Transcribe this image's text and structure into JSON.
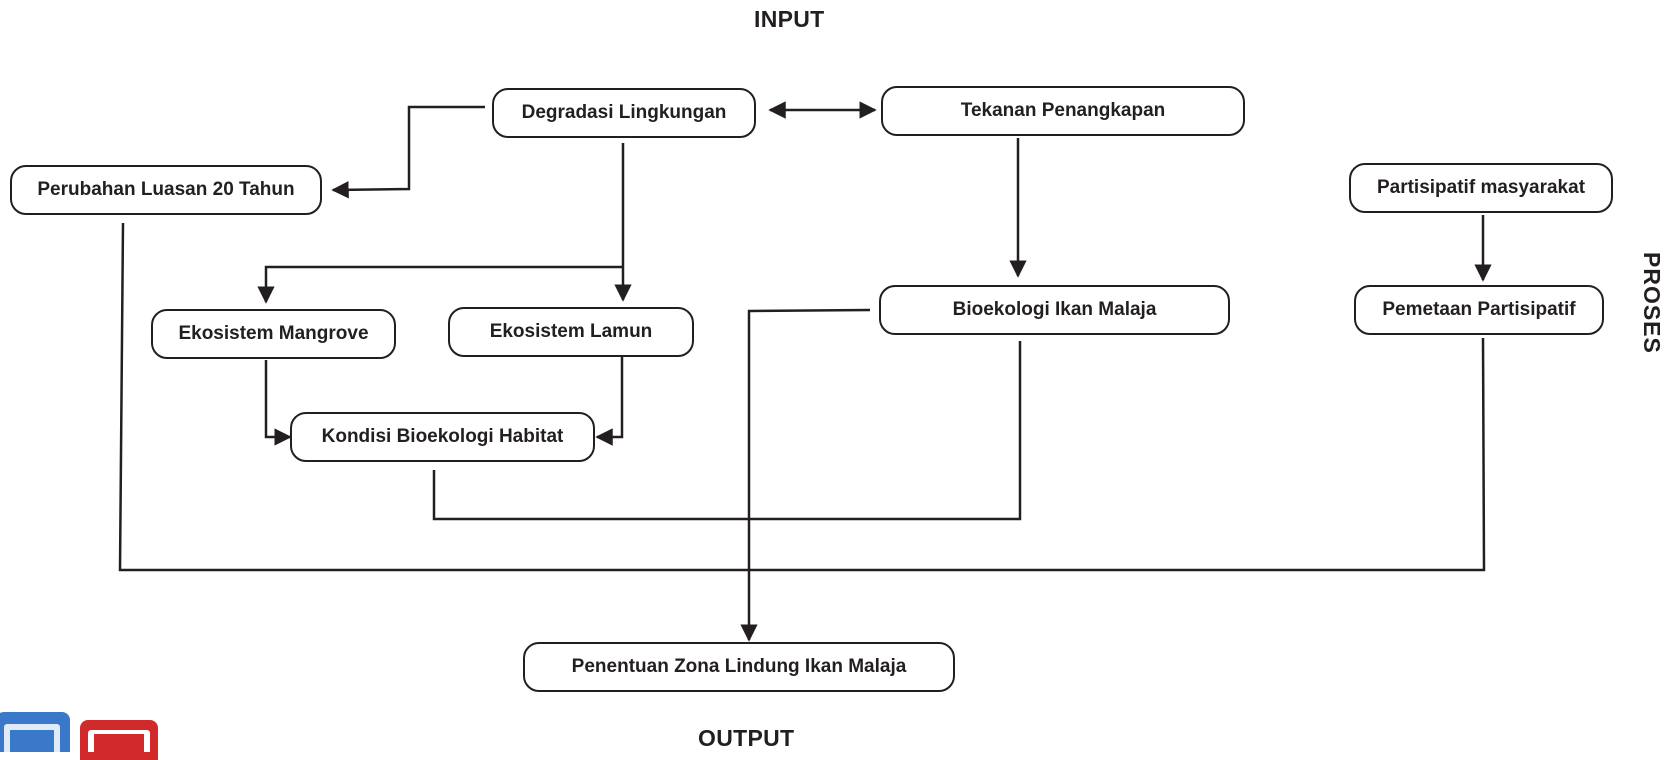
{
  "labels": {
    "input": "INPUT",
    "output": "OUTPUT",
    "proses": "PROSES"
  },
  "nodes": {
    "degradasi": "Degradasi Lingkungan",
    "tekanan": "Tekanan Penangkapan",
    "perubahan": "Perubahan Luasan 20 Tahun",
    "partisipatif": "Partisipatif masyarakat",
    "mangrove": "Ekosistem Mangrove",
    "lamun": "Ekosistem Lamun",
    "bioekologi_ikan": "Bioekologi Ikan Malaja",
    "pemetaan": "Pemetaan Partisipatif",
    "kondisi": "Kondisi Bioekologi Habitat",
    "penentuan": "Penentuan Zona Lindung Ikan Malaja"
  },
  "colors": {
    "line": "#231f20",
    "icon_blue": "#3a78c9",
    "icon_red": "#d22a2a"
  },
  "icons": [
    "file-icon-blue",
    "pdf-icon-red"
  ]
}
